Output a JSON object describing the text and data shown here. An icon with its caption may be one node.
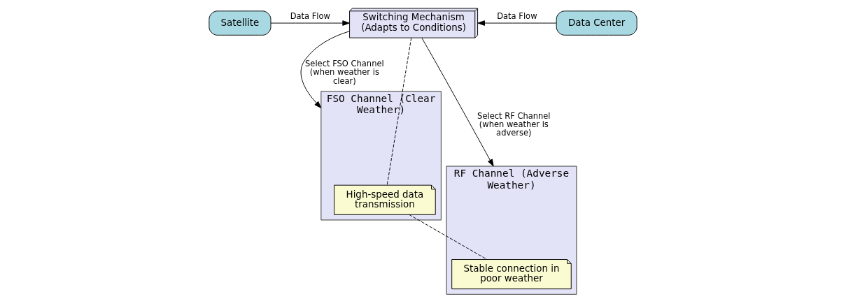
{
  "diagram": {
    "nodes": [
      {
        "text": [
          "Satellite"
        ]
      },
      {
        "text": [
          "Switching Mechanism (Adapts to Conditions)"
        ]
      },
      {
        "text": [
          "Data Center"
        ]
      },
      {
        "text": [
          "FSO Channel (Clear Weather)"
        ]
      },
      {
        "text": [
          "High-speed data transmission"
        ],
        "in": 3
      },
      {
        "text": [
          "RF Channel (Adverse Weather)"
        ]
      },
      {
        "text": [
          "Stable connection in poor weather"
        ],
        "in": 5
      }
    ],
    "edges": [
      {
        "from": 0,
        "to": 1,
        "arrow": "to",
        "label": "Data Flow"
      },
      {
        "from": 2,
        "to": 1,
        "arrow": "to",
        "label": "Data Flow"
      },
      {
        "from": 1,
        "to": 3,
        "arrow": "to",
        "label": "Select FSO Channel (when weather is clear)"
      },
      {
        "from": 1,
        "to": 5,
        "arrow": "to",
        "label": "Select RF Channel (when weather is adverse)"
      },
      {
        "from": 1,
        "to": 4,
        "arrow": "none",
        "style": "dashed"
      },
      {
        "from": 4,
        "to": 6,
        "arrow": "none",
        "style": "dashed"
      }
    ]
  }
}
